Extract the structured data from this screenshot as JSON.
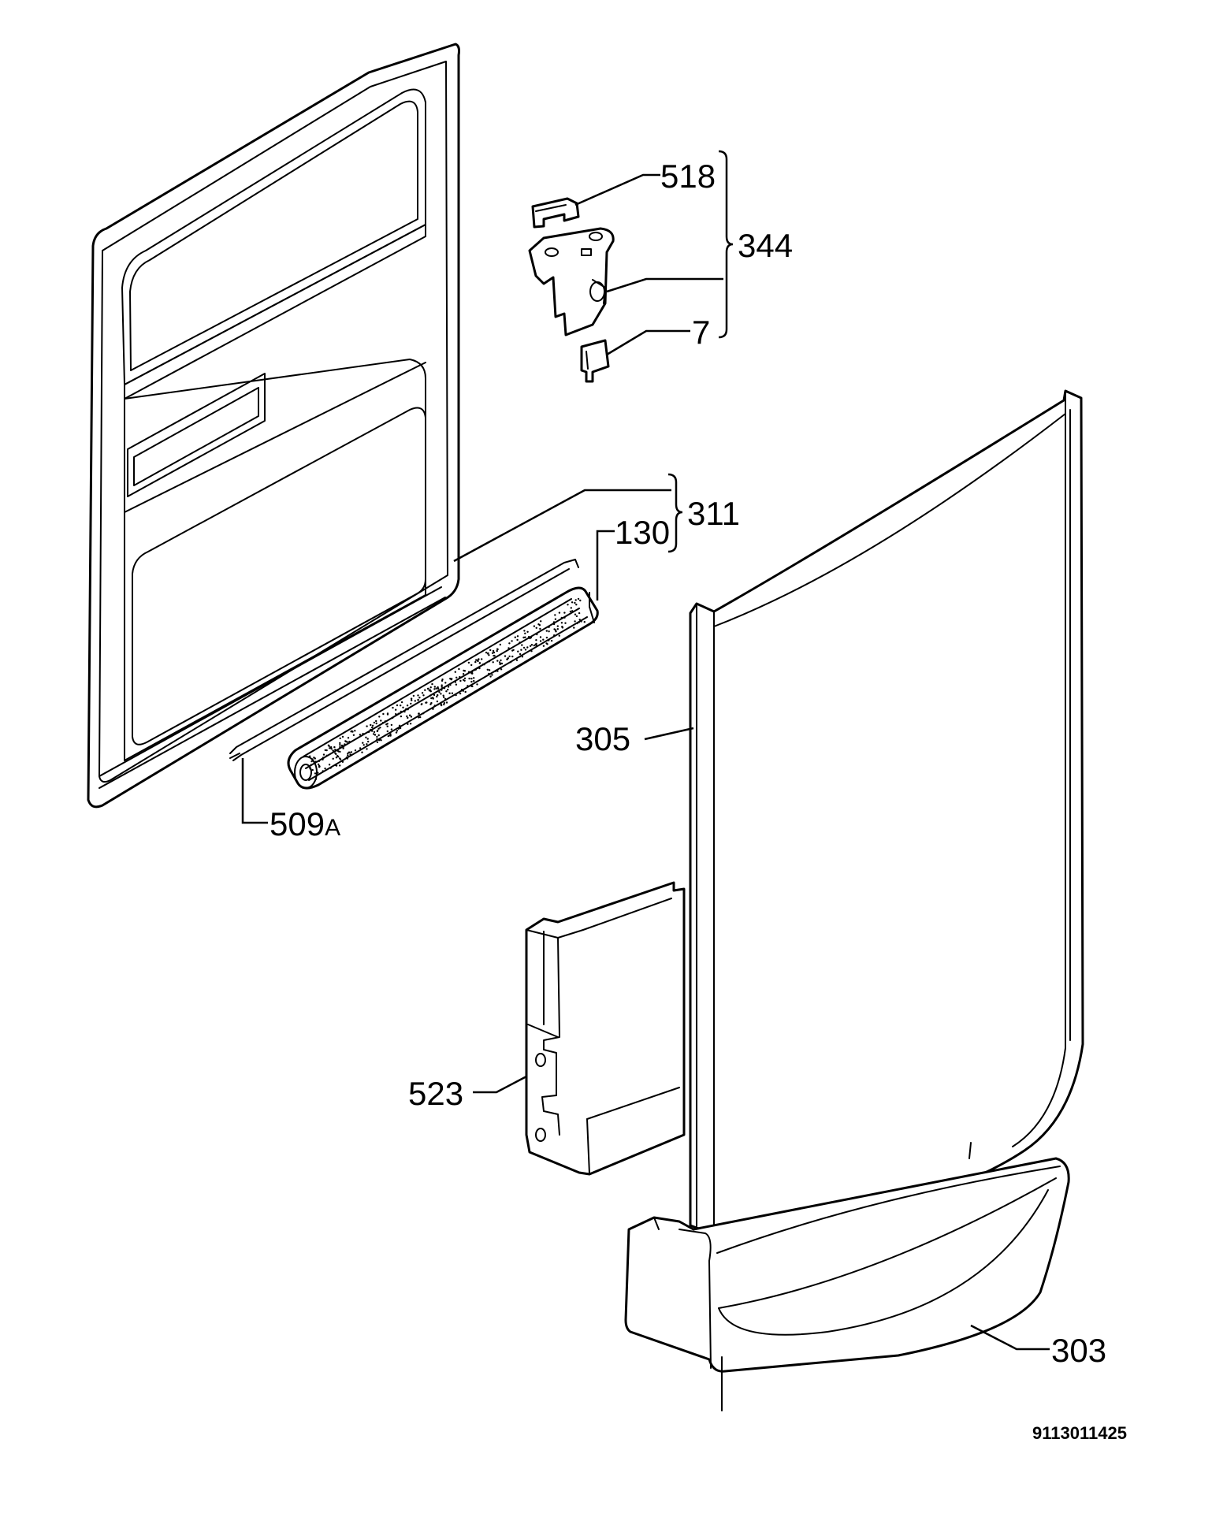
{
  "labels": {
    "p518": "518",
    "p344": "344",
    "p7": "7",
    "p311": "311",
    "p130": "130",
    "p305": "305",
    "p509": "509",
    "p509_suffix": "A",
    "p523": "523",
    "p303": "303"
  },
  "doc_id": "9113011425"
}
